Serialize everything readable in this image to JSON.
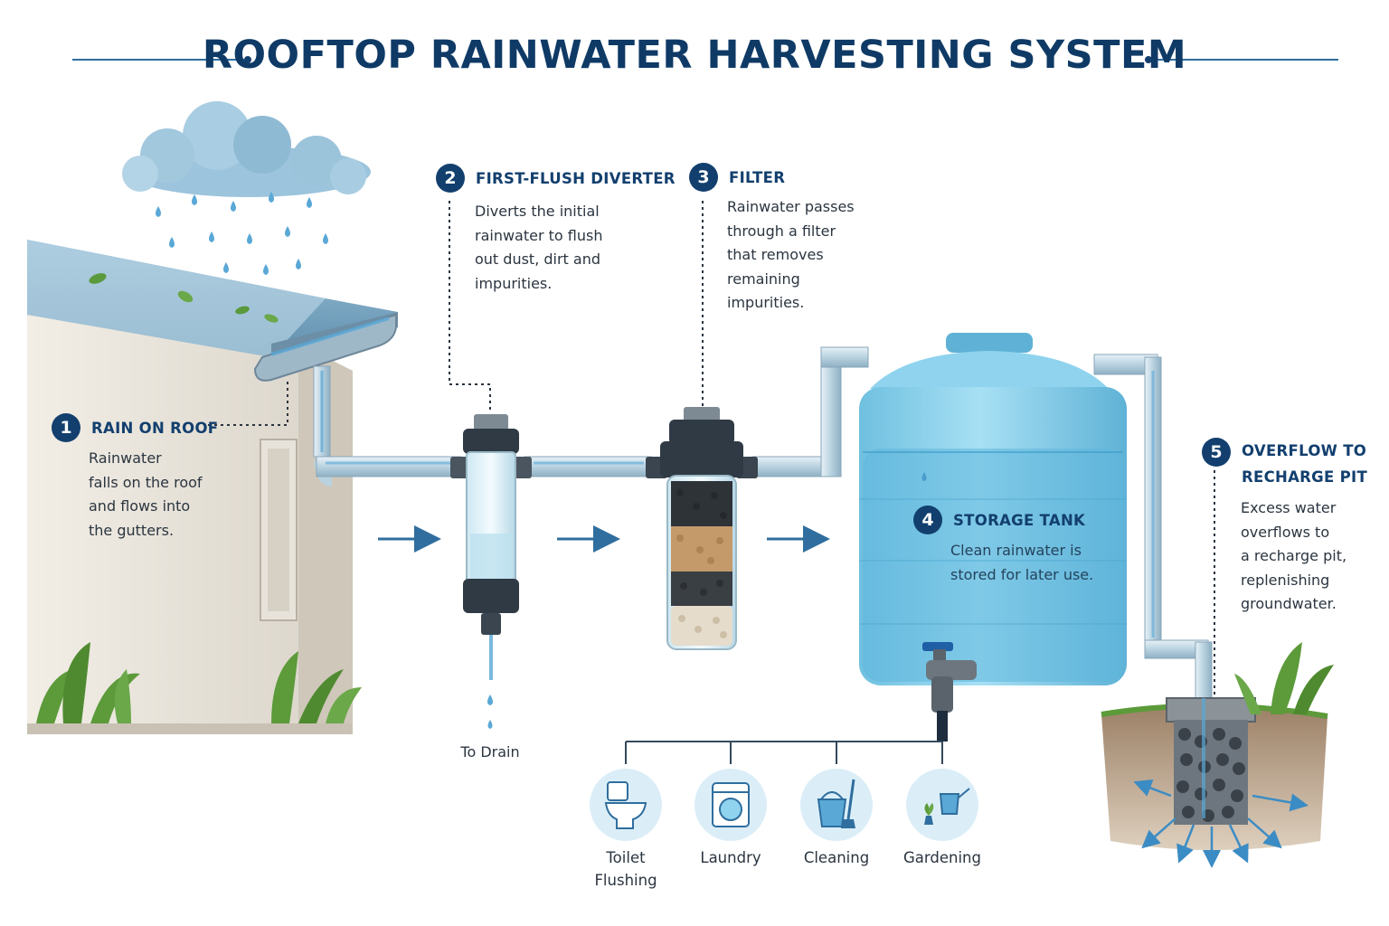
{
  "title": "ROOFTOP RAINWATER HARVESTING SYSTEM",
  "steps": [
    {
      "number": "1",
      "title": "RAIN ON ROOF",
      "description": "Rainwater\nfalls on the roof\nand flows into\nthe gutters."
    },
    {
      "number": "2",
      "title": "FIRST-FLUSH DIVERTER",
      "description": "Diverts the initial\nrainwater to flush\nout dust, dirt and\nimpurities."
    },
    {
      "number": "3",
      "title": "FILTER",
      "description": "Rainwater passes\nthrough a filter\nthat removes\nremaining\nimpurities."
    },
    {
      "number": "4",
      "title": "STORAGE TANK",
      "description": "Clean rainwater is\nstored for later use."
    },
    {
      "number": "5",
      "title": "OVERFLOW TO\nRECHARGE PIT",
      "description": "Excess water\noverflows to\na recharge pit,\nreplenishing\ngroundwater."
    }
  ],
  "drain_label": "To Drain",
  "uses": [
    {
      "label": "Toilet\nFlushing",
      "icon": "toilet-icon"
    },
    {
      "label": "Laundry",
      "icon": "washing-machine-icon"
    },
    {
      "label": "Cleaning",
      "icon": "bucket-mop-icon"
    },
    {
      "label": "Gardening",
      "icon": "watering-can-icon"
    }
  ],
  "colors": {
    "navy": "#123f6e",
    "pipe": "#b9d2e0",
    "water": "#7fc6e4",
    "tank": "#8fd3ee",
    "arrow": "#2f6e9e"
  }
}
